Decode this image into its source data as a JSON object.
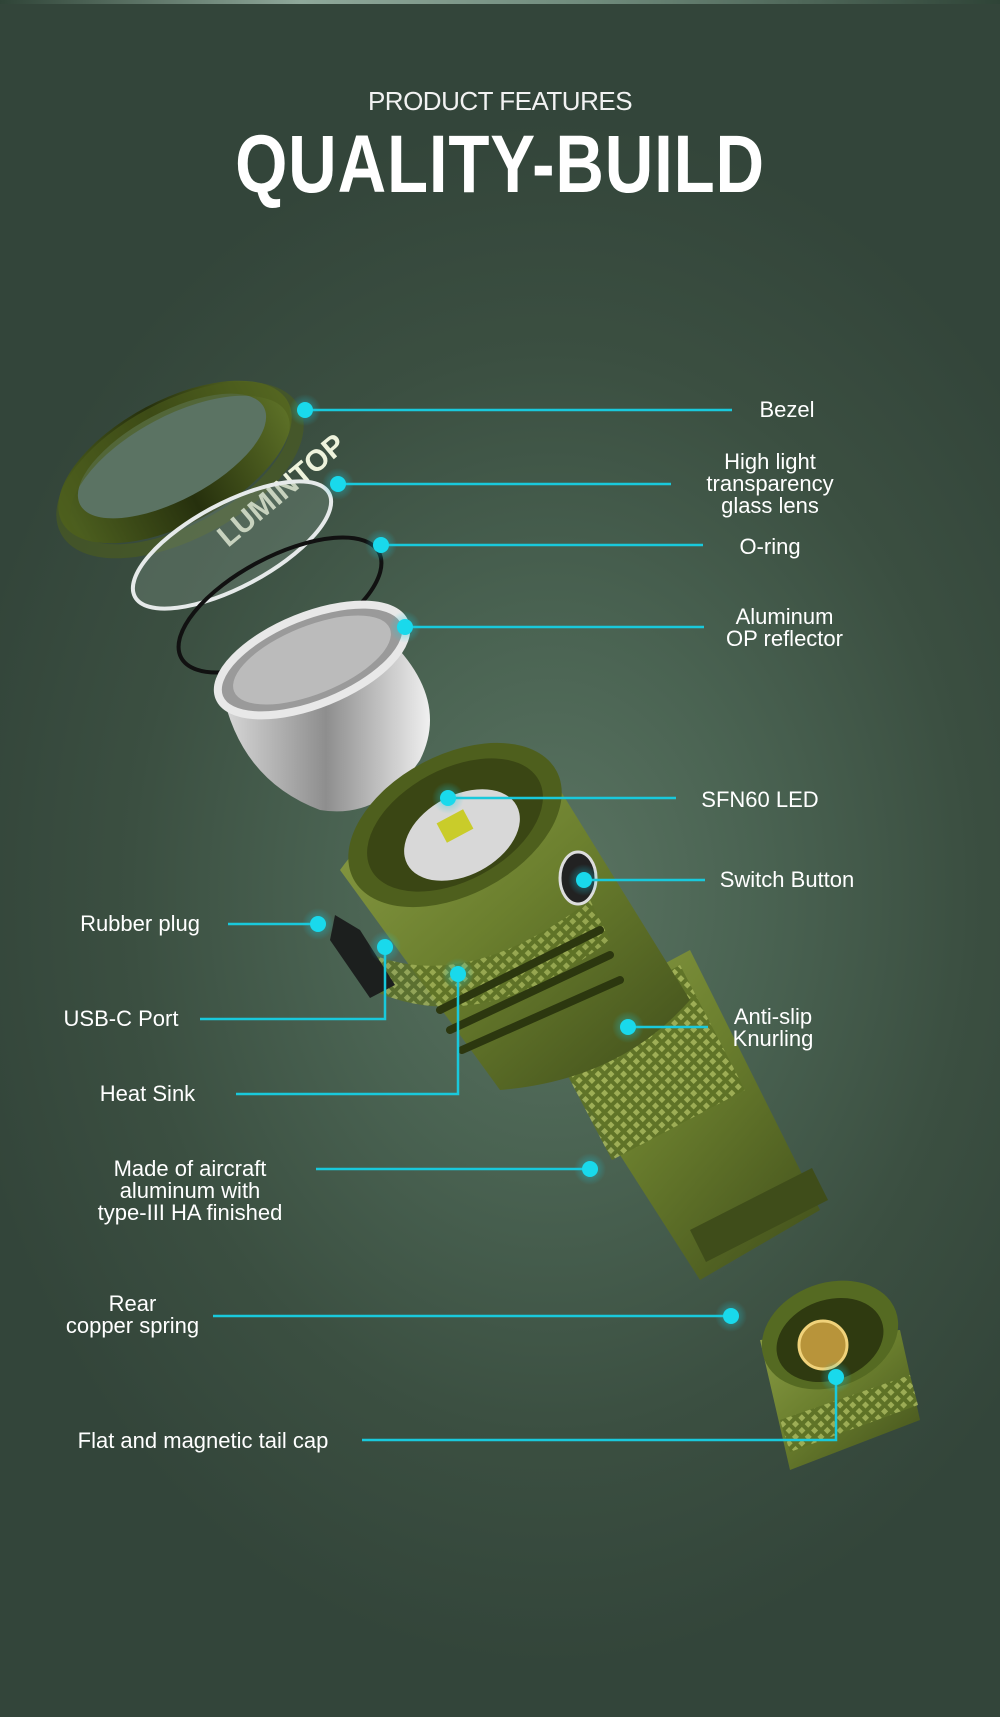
{
  "header": {
    "subtitle": "PRODUCT FEATURES",
    "title": "QUALITY-BUILD"
  },
  "brand_on_bezel": "LUMINTOP",
  "colors": {
    "background": "#3b4f41",
    "accent_line": "#19c9dc",
    "body_green": "#6b7f2e",
    "label_text": "#ffffff"
  },
  "callouts": [
    {
      "id": "bezel",
      "lines": [
        "Bezel"
      ]
    },
    {
      "id": "lens",
      "lines": [
        "High light",
        "transparency",
        "glass lens"
      ]
    },
    {
      "id": "o-ring",
      "lines": [
        "O-ring"
      ]
    },
    {
      "id": "reflector",
      "lines": [
        "Aluminum",
        "OP reflector"
      ]
    },
    {
      "id": "led",
      "lines": [
        "SFN60 LED"
      ]
    },
    {
      "id": "switch",
      "lines": [
        "Switch Button"
      ]
    },
    {
      "id": "rubber-plug",
      "lines": [
        "Rubber plug"
      ]
    },
    {
      "id": "usb-c",
      "lines": [
        "USB-C Port"
      ]
    },
    {
      "id": "heat-sink",
      "lines": [
        "Heat Sink"
      ]
    },
    {
      "id": "knurling",
      "lines": [
        "Anti-slip",
        "Knurling"
      ]
    },
    {
      "id": "material",
      "lines": [
        "Made of aircraft",
        "aluminum with",
        "type-III HA finished"
      ]
    },
    {
      "id": "spring",
      "lines": [
        "Rear",
        "copper spring"
      ]
    },
    {
      "id": "tail-cap",
      "lines": [
        "Flat and magnetic tail cap"
      ]
    }
  ]
}
